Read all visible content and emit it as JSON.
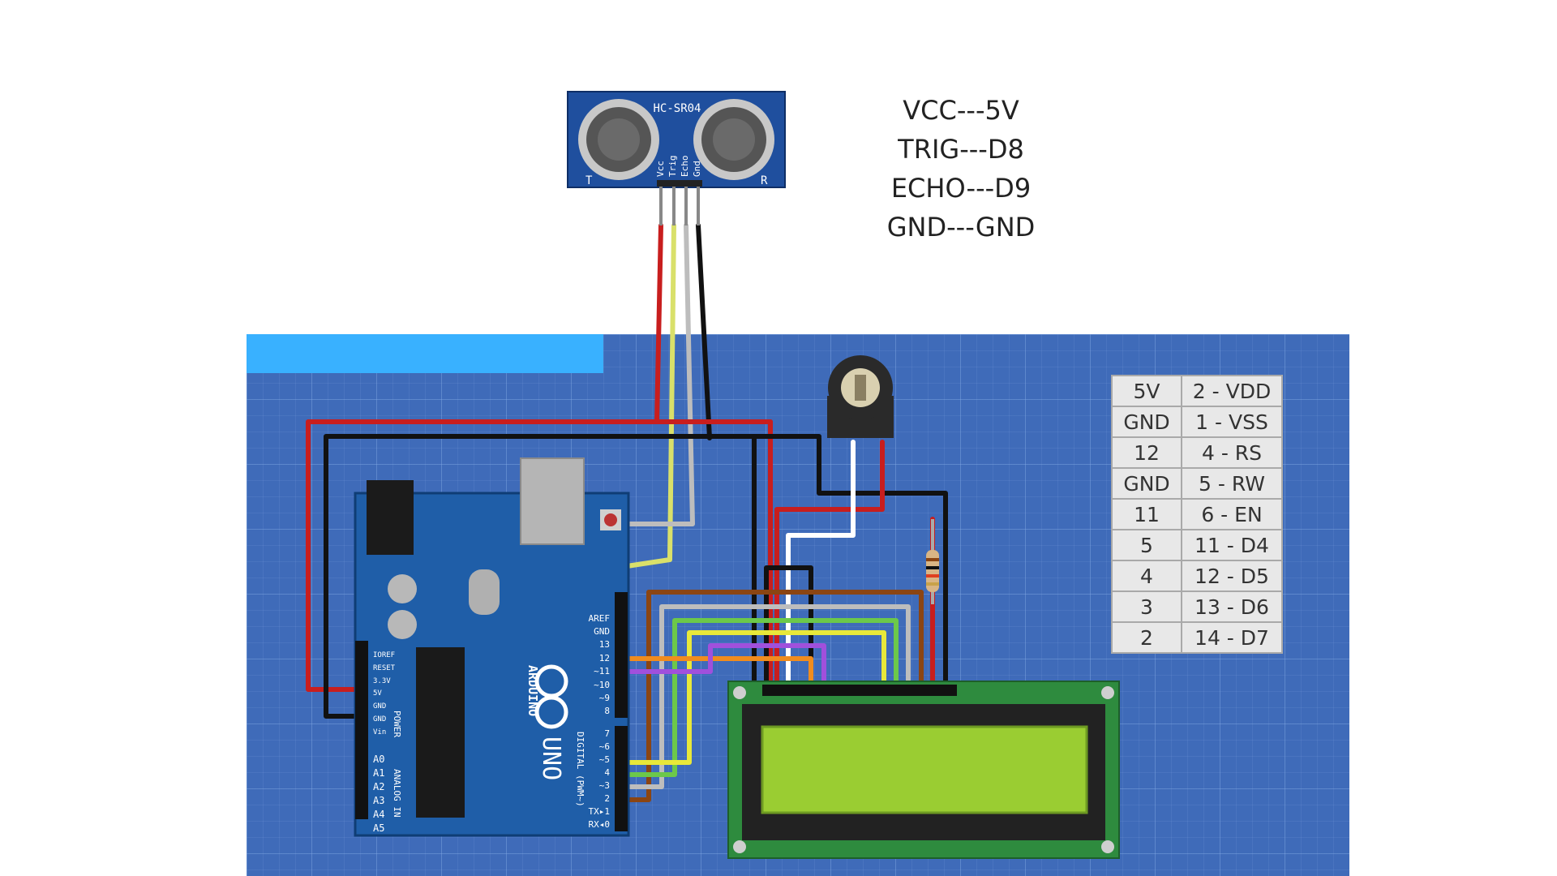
{
  "sensor": {
    "label": "HC-SR04",
    "t_label": "T",
    "r_label": "R",
    "pins": [
      "Vcc",
      "Trig",
      "Echo",
      "Gnd"
    ]
  },
  "connections": [
    "VCC---5V",
    "TRIG---D8",
    "ECHO---D9",
    "GND---GND"
  ],
  "lcd_table": [
    [
      "5V",
      "2 - VDD"
    ],
    [
      "GND",
      "1 - VSS"
    ],
    [
      "12",
      "4 - RS"
    ],
    [
      "GND",
      "5 - RW"
    ],
    [
      "11",
      "6 - EN"
    ],
    [
      "5",
      "11 - D4"
    ],
    [
      "4",
      "12 - D5"
    ],
    [
      "3",
      "13 - D6"
    ],
    [
      "2",
      "14 - D7"
    ]
  ],
  "arduino": {
    "brand": "ARDUINO",
    "model": "UNO",
    "power_label": "POWER",
    "analog_label": "ANALOG IN",
    "digital_label": "DIGITAL (PWM~)",
    "power_pins": [
      "IOREF",
      "RESET",
      "3.3V",
      "5V",
      "GND",
      "GND",
      "Vin"
    ],
    "analog_pins": [
      "A0",
      "A1",
      "A2",
      "A3",
      "A4",
      "A5"
    ],
    "digital_top": [
      "AREF",
      "GND",
      "13",
      "12",
      "~11",
      "~10",
      "~9",
      "8"
    ],
    "digital_bottom": [
      "7",
      "~6",
      "~5",
      "4",
      "~3",
      "2",
      "TX▸1",
      "RX◂0"
    ]
  },
  "colors": {
    "board_blue": "#1f5ea8",
    "wire_red": "#c81e1e",
    "wire_black": "#111111",
    "wire_yellow": "#e8e83a",
    "wire_gray": "#bdbdbd",
    "wire_brown": "#8b4513",
    "wire_orange": "#f08c1e",
    "wire_purple": "#a050dc",
    "wire_green": "#6cc84a",
    "lcd_screen": "#9acd32",
    "lcd_pcb": "#2e8b3e"
  }
}
